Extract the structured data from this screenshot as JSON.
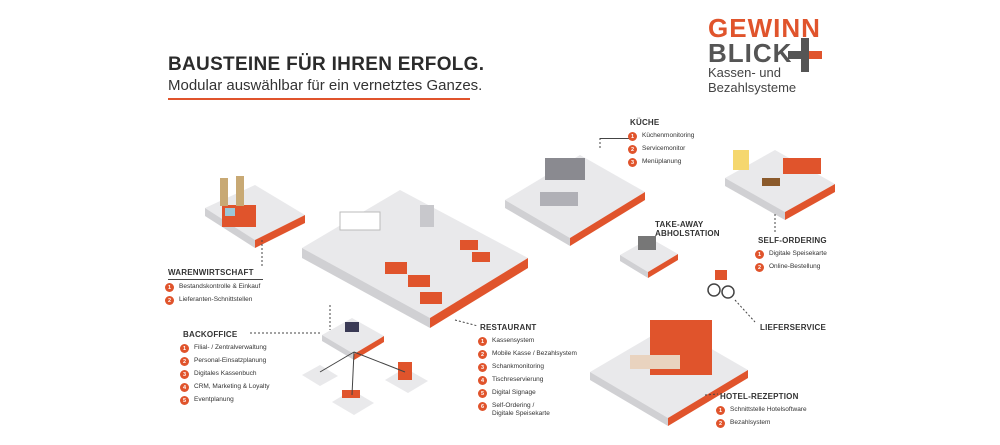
{
  "header": {
    "headline": "BAUSTEINE FÜR IHREN ERFOLG.",
    "subline": "Modular auswählbar für ein vernetztes Ganzes."
  },
  "logo": {
    "line1": "GEWINN",
    "line2": "BLICK",
    "tagline1": "Kassen- und",
    "tagline2": "Bezahlsysteme"
  },
  "colors": {
    "accent": "#e0542c",
    "platform": "#e9e9eb",
    "dark": "#555555"
  },
  "sections": {
    "warenwirtschaft": {
      "title": "WARENWIRTSCHAFT",
      "items": [
        "Bestandskontrolle & Einkauf",
        "Lieferanten-Schnittstellen"
      ]
    },
    "backoffice": {
      "title": "BACKOFFICE",
      "items": [
        "Filial- / Zentralverwaltung",
        "Personal-Einsatzplanung",
        "Digitales Kassenbuch",
        "CRM, Marketing & Loyalty",
        "Eventplanung"
      ]
    },
    "restaurant": {
      "title": "RESTAURANT",
      "items": [
        "Kassensystem",
        "Mobile Kasse / Bezahlsystem",
        "Schankmonitoring",
        "Tischreservierung",
        "Digital Signage",
        "Self-Ordering /",
        "Digitale Speisekarte"
      ]
    },
    "kueche": {
      "title": "KÜCHE",
      "items": [
        "Küchenmonitoring",
        "Servicemonitor",
        "Menüplanung"
      ]
    },
    "takeaway": {
      "title1": "TAKE-AWAY",
      "title2": "ABHOLSTATION"
    },
    "selfordering": {
      "title": "SELF-ORDERING",
      "items": [
        "Digitale Speisekarte",
        "Online-Bestellung"
      ]
    },
    "lieferservice": {
      "title": "LIEFERSERVICE"
    },
    "hotel": {
      "title": "HOTEL-REZEPTION",
      "items": [
        "Schnittstelle Hotelsoftware",
        "Bezahlsystem"
      ]
    }
  },
  "numbers": [
    "1",
    "2",
    "3",
    "4",
    "5",
    "6"
  ]
}
